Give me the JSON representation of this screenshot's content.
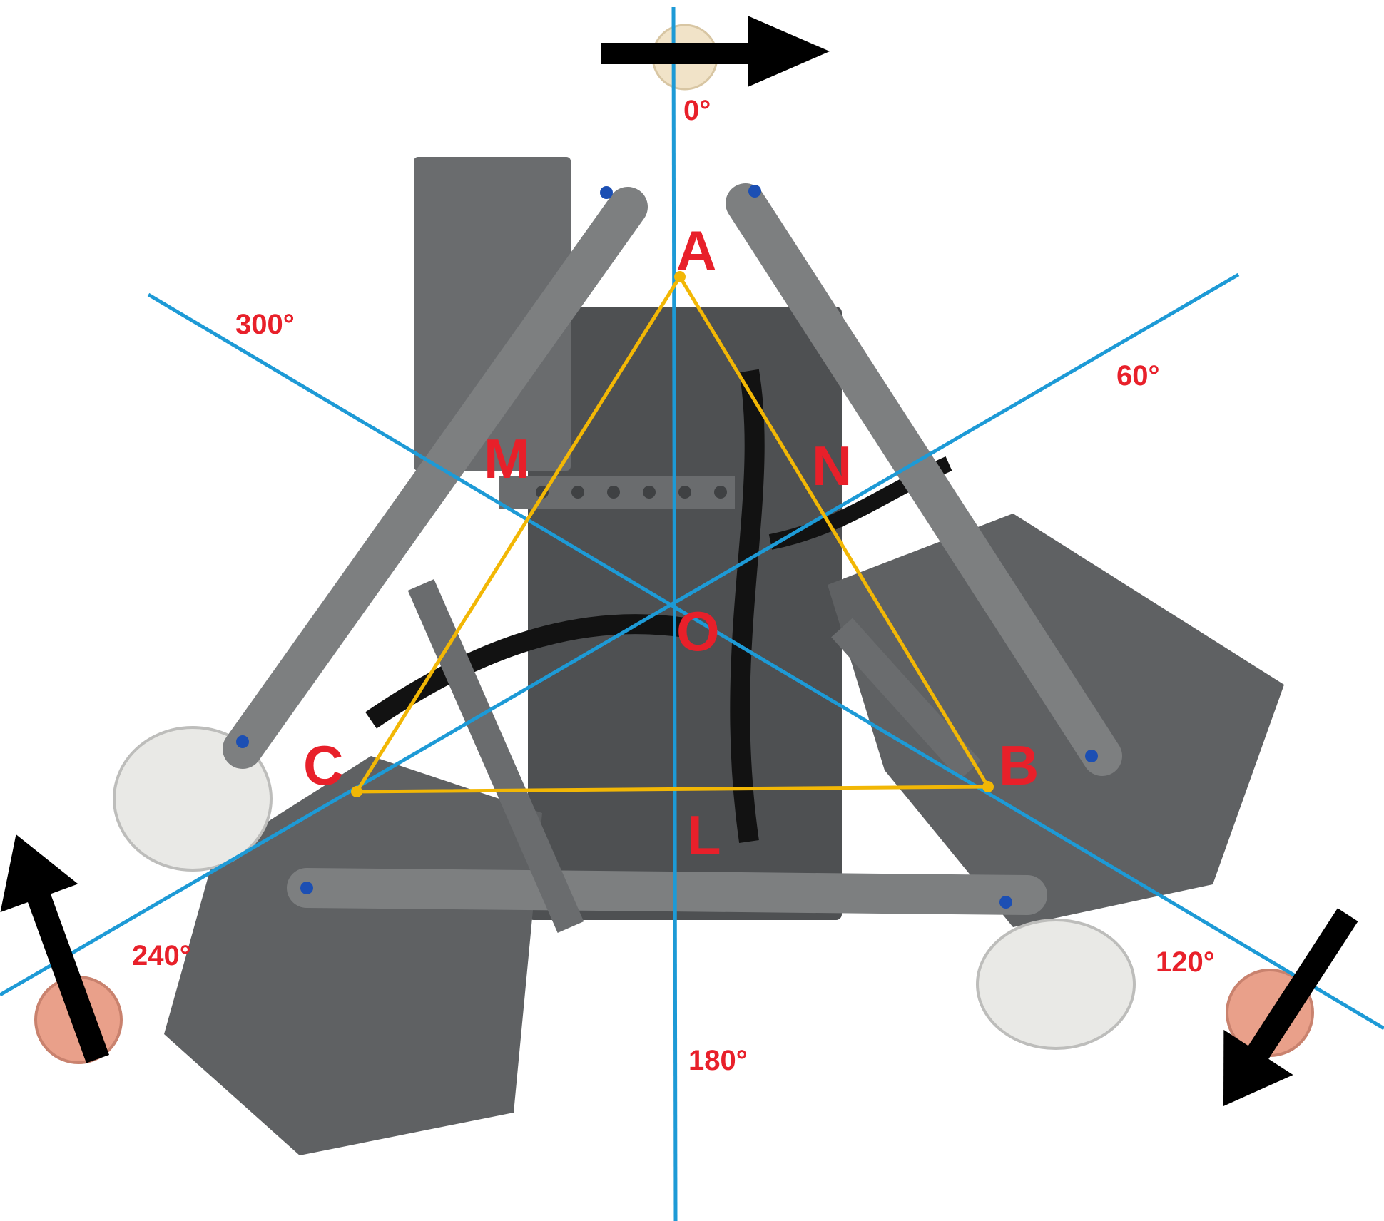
{
  "diagram": {
    "colors": {
      "axis_lines": "#1d9ad6",
      "triangle": "#f2b705",
      "labels": "#e8202a",
      "arrows": "#000000",
      "frame_dark": "#5f6163",
      "frame_light": "#b9bbbc",
      "beam": "#7d7f80"
    },
    "points": {
      "A": "A",
      "B": "B",
      "C": "C",
      "M": "M",
      "N": "N",
      "L": "L",
      "O": "O"
    },
    "angles": {
      "a0": "0°",
      "a60": "60°",
      "a120": "120°",
      "a180": "180°",
      "a240": "240°",
      "a300": "300°"
    },
    "icons": {
      "arrow_top": "arrow-right-icon",
      "arrow_left": "arrow-up-left-icon",
      "arrow_right": "arrow-down-left-icon"
    }
  }
}
